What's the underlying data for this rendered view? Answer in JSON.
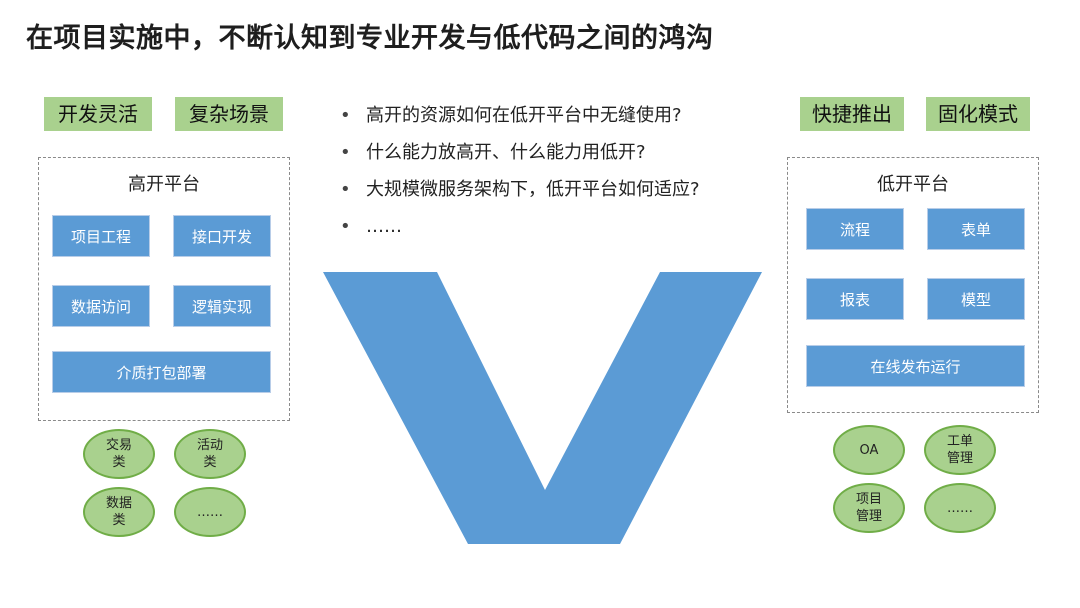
{
  "title": "在项目实施中，不断认知到专业开发与低代码之间的鸿沟",
  "colors": {
    "tag_green": "#a9d18e",
    "box_blue": "#5b9bd5",
    "v_blue": "#5b9bd5",
    "circle_border": "#70ad47"
  },
  "left": {
    "tags": [
      "开发灵活",
      "复杂场景"
    ],
    "panel_title": "高开平台",
    "boxes": [
      "项目工程",
      "接口开发",
      "数据访问",
      "逻辑实现",
      "介质打包部署"
    ],
    "circles": [
      "交易\n类",
      "活动\n类",
      "数据\n类",
      "……"
    ]
  },
  "right": {
    "tags": [
      "快捷推出",
      "固化模式"
    ],
    "panel_title": "低开平台",
    "boxes": [
      "流程",
      "表单",
      "报表",
      "模型",
      "在线发布运行"
    ],
    "circles": [
      "OA",
      "工单\n管理",
      "项目\n管理",
      "……"
    ]
  },
  "bullets": [
    "高开的资源如何在低开平台中无缝使用?",
    "什么能力放高开、什么能力用低开?",
    "大规模微服务架构下，低开平台如何适应?",
    "……"
  ],
  "bullet_marker": "•",
  "v_shape": "v-shape"
}
